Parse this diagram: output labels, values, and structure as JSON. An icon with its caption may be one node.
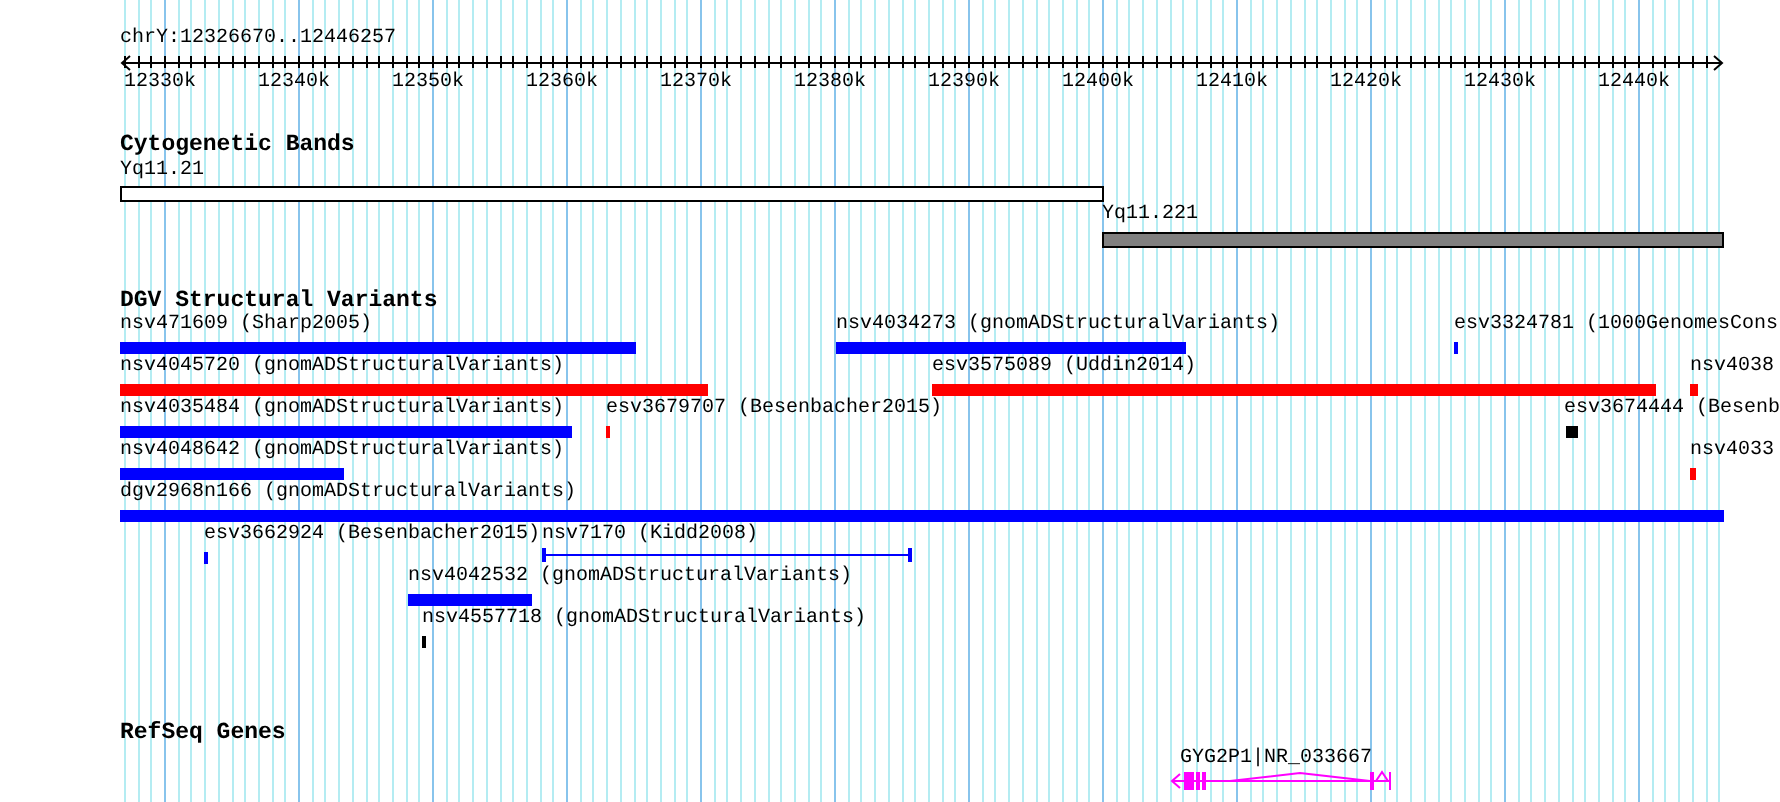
{
  "diagram": {
    "labels": [
      "chrY:12326670..12446257",
      "12330k",
      "12340k",
      "12350k",
      "12360k",
      "12370k",
      "12380k",
      "12390k",
      "12400k",
      "12410k",
      "12420k",
      "12430k",
      "12440k",
      "Cytogenetic Bands",
      "Yq11.21",
      "Yq11.221",
      "DGV Structural Variants",
      "nsv471609 (Sharp2005)",
      "nsv4034273 (gnomADStructuralVariants)",
      "esv3324781 (1000GenomesCons",
      "nsv4045720 (gnomADStructuralVariants)",
      "esv3575089 (Uddin2014)",
      "nsv4038",
      "nsv4035484 (gnomADStructuralVariants)",
      "esv3679707 (Besenbacher2015)",
      "esv3674444 (Besenb",
      "nsv4048642 (gnomADStructuralVariants)",
      "nsv4033",
      "dgv2968n166 (gnomADStructuralVariants)",
      "esv3662924 (Besenbacher2015)",
      "nsv7170 (Kidd2008)",
      "nsv4042532 (gnomADStructuralVariants)",
      "nsv4557718 (gnomADStructuralVariants)",
      "RefSeq Genes",
      "GYG2P1|NR_033667"
    ]
  }
}
